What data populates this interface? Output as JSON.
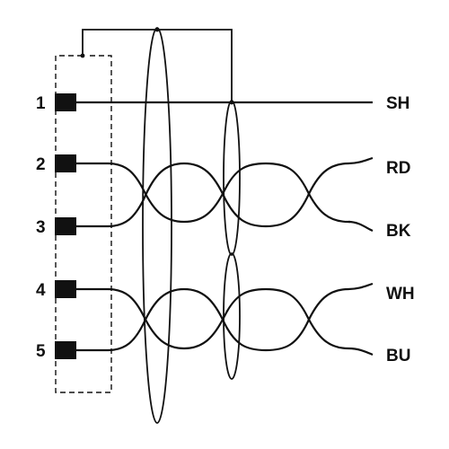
{
  "diagram": {
    "pins": [
      {
        "number": "1",
        "wire": "SH"
      },
      {
        "number": "2",
        "wire": "RD"
      },
      {
        "number": "3",
        "wire": "BK"
      },
      {
        "number": "4",
        "wire": "WH"
      },
      {
        "number": "5",
        "wire": "BU"
      }
    ],
    "colors": {
      "ink": "#111111",
      "background": "#ffffff"
    }
  }
}
